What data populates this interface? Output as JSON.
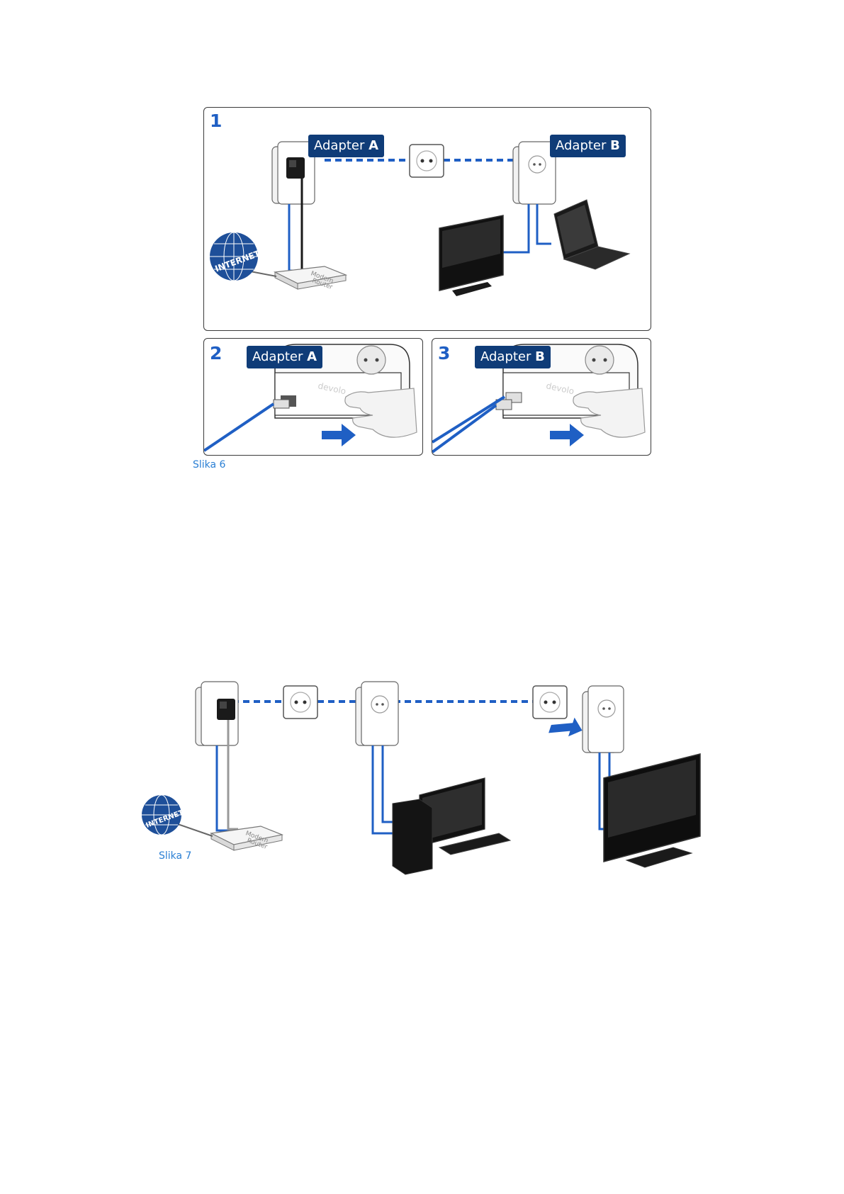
{
  "figure6": {
    "caption": "Slika 6",
    "panel1": {
      "step": "1",
      "adapter_a_prefix": "Adapter ",
      "adapter_a_letter": "A",
      "adapter_b_prefix": "Adapter ",
      "adapter_b_letter": "B"
    },
    "panel2": {
      "step": "2",
      "adapter_prefix": "Adapter ",
      "adapter_letter": "A"
    },
    "panel3": {
      "step": "3",
      "adapter_prefix": "Adapter ",
      "adapter_letter": "B"
    }
  },
  "figure7": {
    "caption": "Slika 7"
  },
  "globe_text": "INTERNET",
  "router_text_line1": "Modem",
  "router_text_line2": "Router",
  "brand_text": "devolo",
  "colors": {
    "cable_blue": "#1f5fc4",
    "label_navy": "#0f3c78",
    "caption_blue": "#2a7fd4",
    "border": "#3a3a3a"
  },
  "icons": [
    "powerline-adapter-icon",
    "wall-socket-icon",
    "globe-icon",
    "router-icon",
    "tv-icon",
    "laptop-icon",
    "desktop-pc-icon",
    "hand-icon",
    "push-arrow-icon",
    "ethernet-plug-icon"
  ]
}
